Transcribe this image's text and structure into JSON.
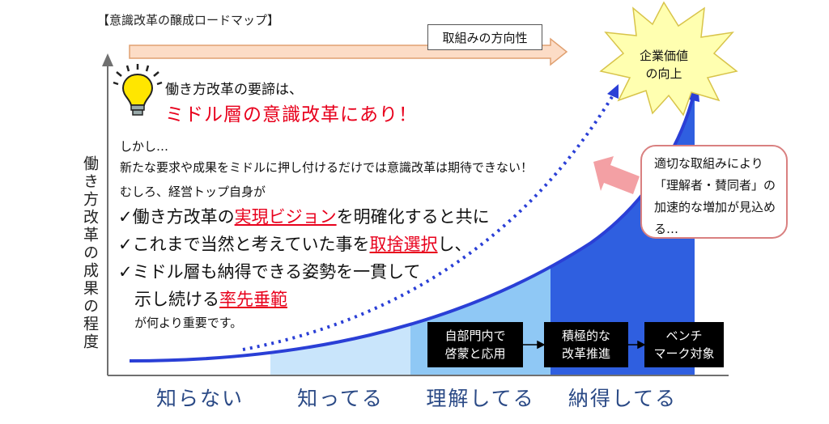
{
  "title": "【意識改革の醸成ロードマップ】",
  "direction_label": "取組みの方向性",
  "goal": {
    "line1": "企業価値",
    "line2": "の向上"
  },
  "y_axis_label": "働き方改革の成果の程度",
  "stages": [
    "知らない",
    "知ってる",
    "理解してる",
    "納得してる"
  ],
  "headline": {
    "line1": "働き方改革の要諦は、",
    "line2": "ミドル層の意識改革にあり！"
  },
  "body": {
    "but": "しかし…",
    "problem": "新たな要求や成果をミドルに押し付けるだけでは意識改革は期待できない！",
    "rather": "むしろ、経営トップ自身が",
    "p1_pre": "✓働き方改革の",
    "p1_em": "実現ビジョン",
    "p1_post": "を明確化すると共に",
    "p2_pre": "✓これまで当然と考えていた事を",
    "p2_em": "取捨選択",
    "p2_post": "し、",
    "p3": "✓ミドル層も納得できる姿勢を一貫して",
    "p4_pre": "示し続ける",
    "p4_em": "率先垂範",
    "closing": "が何より重要です。"
  },
  "callout": "適切な取組みにより「理解者・賛同者」の加速的な増加が見込める…",
  "actions": [
    {
      "line1": "自部門内で",
      "line2": "啓蒙と応用"
    },
    {
      "line1": "積極的な",
      "line2": "改革推進"
    },
    {
      "line1": "ベンチ",
      "line2": "マーク対象"
    }
  ],
  "colors": {
    "stage_text": "#2b4a86",
    "curve": "#2a3fd6",
    "fill_light": "#c9e5fb",
    "fill_mid": "#8fc8f5",
    "fill_dark": "#2f5fe0",
    "emphasis": "#e8001c",
    "goal_star": "#ffffb0",
    "callout_arrow": "#f3a0a4"
  }
}
